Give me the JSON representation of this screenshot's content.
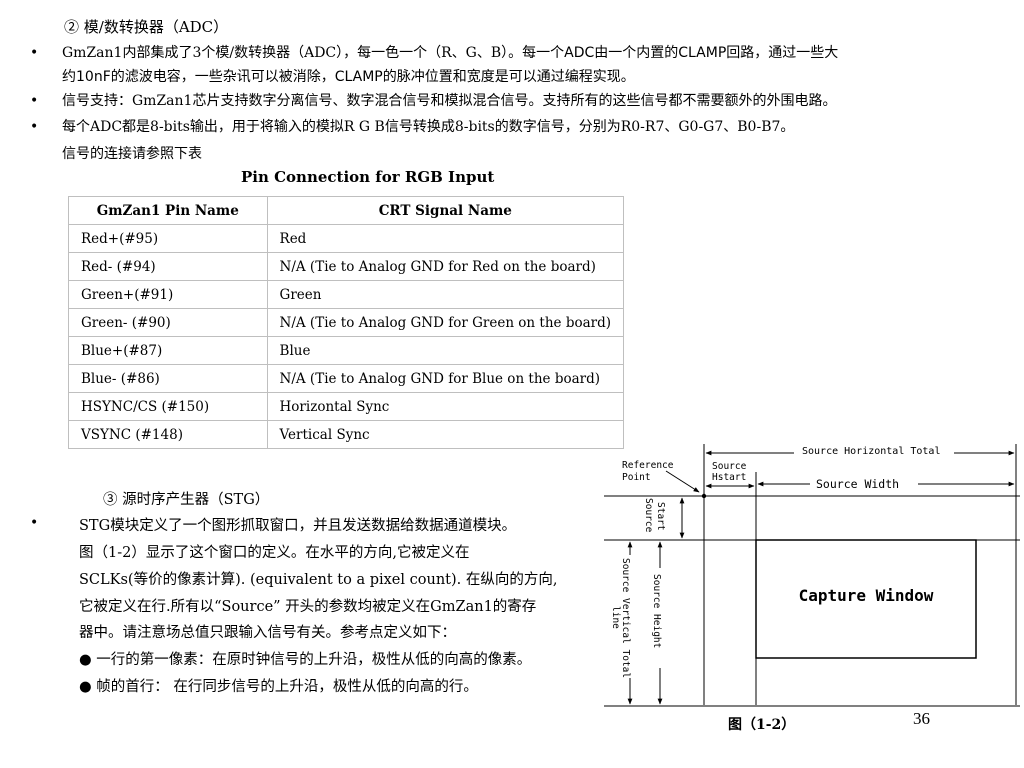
{
  "adc": {
    "heading": "② 模/数转换器（ADC）",
    "bullet1_line1_a": "GmZan1内部集成了3个模/数转换器（ADC），每一色一个（R、G、B）。每一个",
    "bullet1_line1_b": "ADC",
    "bullet1_line1_c": "由一个内置的",
    "bullet1_line1_d": "CLAMP",
    "bullet1_line1_e": "回路，通过一些大",
    "bullet1_line2_a": "约",
    "bullet1_line2_b": "10nF",
    "bullet1_line2_c": "的滤波电容，一些杂讯可以被消除，",
    "bullet1_line2_d": "CLAMP",
    "bullet1_line2_e": "的脉冲位置和宽度是可以通过编程实现。",
    "bullet2": "信号支持：GmZan1芯片支持数字分离信号、数字混合信号和模拟混合信号。支持所有的这些信号都不需要额外的外围电路。",
    "bullet3": "每个ADC都是8-bits输出，用于将输入的模拟R  G  B信号转换成8-bits的数字信号，分别为R0-R7、G0-G7、B0-B7。",
    "note": "信号的连接请参照下表",
    "bullet_symbol": "•"
  },
  "pin_table": {
    "title": "Pin Connection for RGB Input",
    "headers": [
      "GmZan1 Pin Name",
      "CRT Signal Name"
    ],
    "rows": [
      [
        "Red+(#95)",
        "Red"
      ],
      [
        "Red- (#94)",
        "N/A (Tie to Analog GND for Red on the board)"
      ],
      [
        "Green+(#91)",
        "Green"
      ],
      [
        "Green- (#90)",
        "N/A (Tie to Analog GND for Green on the board)"
      ],
      [
        "Blue+(#87)",
        "Blue"
      ],
      [
        "Blue- (#86)",
        "N/A (Tie to Analog GND for Blue on the board)"
      ],
      [
        "HSYNC/CS (#150)",
        "Horizontal Sync"
      ],
      [
        "VSYNC (#148)",
        "Vertical Sync"
      ]
    ]
  },
  "stg": {
    "heading": "③ 源时序产生器（STG）",
    "bullet_symbol": "•",
    "lines": [
      "STG模块定义了一个图形抓取窗口，并且发送数据给数据通道模块。",
      "图（1-2）显示了这个窗口的定义。在水平的方向,它被定义在",
      "SCLKs(等价的像素计算). (equivalent to a pixel count). 在纵向的方向,",
      "它被定义在行.所有以“Source” 开头的参数均被定义在GmZan1的寄存",
      "器中。请注意场总值只跟输入信号有关。参考点定义如下：",
      "● 一行的第一像素：在原时钟信号的上升沿，极性从低的向高的像素。",
      "● 帧的首行： 在行同步信号的上升沿，极性从低的向高的行。"
    ]
  },
  "diagram": {
    "source_horizontal_total": "Source Horizontal Total",
    "reference_point_1": "Reference",
    "reference_point_2": "Point",
    "source_hstart_1": "Source",
    "source_hstart_2": "Hstart",
    "source_width": "Source Width",
    "source_start_1": "Source",
    "source_start_2": "Start",
    "source_vertical_total_1": "Source Vertical Total",
    "source_vertical_total_2": "line",
    "source_height": "Source Height",
    "capture_window": "Capture Window",
    "caption": "图（1-2）"
  },
  "page_number": "36"
}
